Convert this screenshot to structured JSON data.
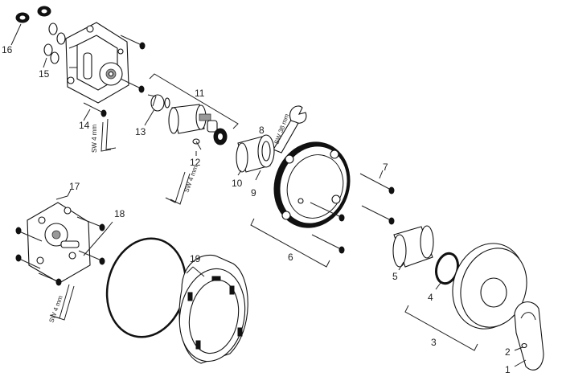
{
  "diagram": {
    "part_labels": [
      "1",
      "2",
      "3",
      "4",
      "5",
      "6",
      "7",
      "8",
      "9",
      "10",
      "11",
      "12",
      "13",
      "14",
      "15",
      "16",
      "17",
      "18",
      "19"
    ],
    "tool_labels": {
      "hex_key_14": "SW 4 mm",
      "hex_key_12": "SW 4 mm",
      "wrench_8": "SW 38 mm",
      "hex_key_17": "SW 4 mm"
    }
  }
}
